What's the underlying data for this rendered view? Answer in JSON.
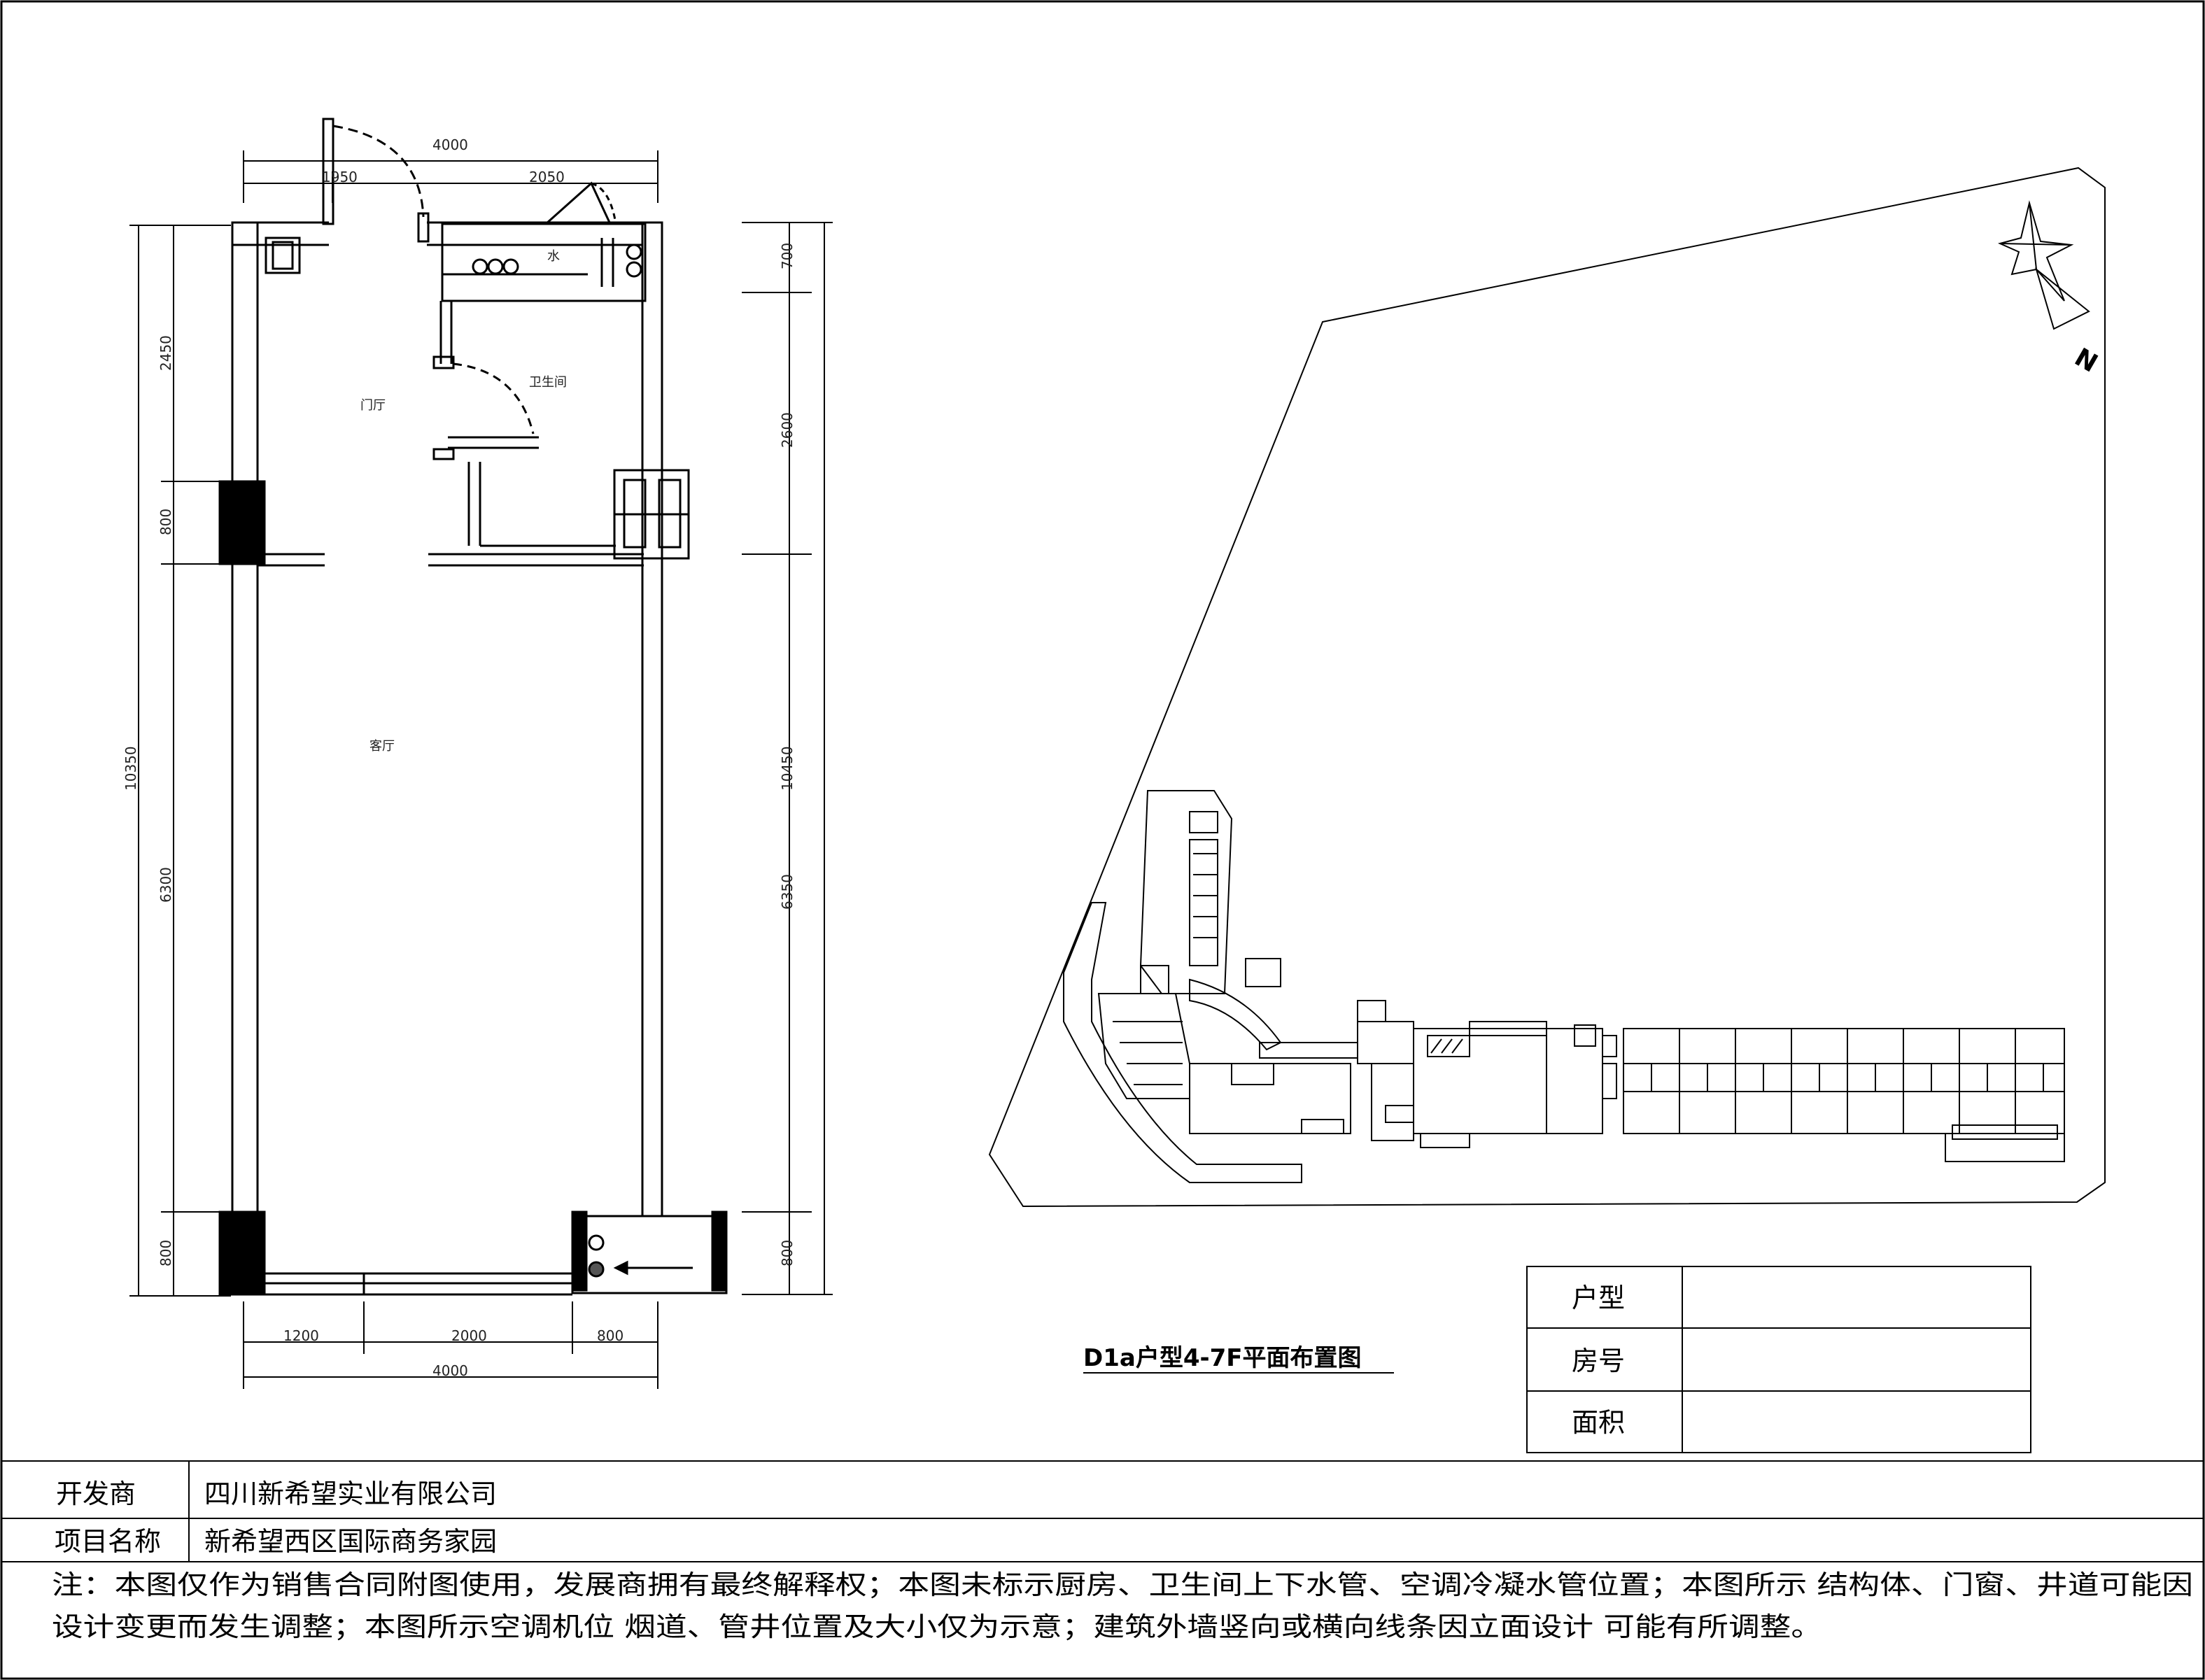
{
  "plan": {
    "top_dims": {
      "overall": "4000",
      "left": "1950",
      "right": "2050"
    },
    "bottom_dims": {
      "a": "1200",
      "b": "2000",
      "c": "800",
      "overall": "4000"
    },
    "left_dims": {
      "overall": "10350",
      "d1": "2450",
      "d2": "800",
      "d3": "6300",
      "d4": "800"
    },
    "right_dims": {
      "overall": "10450",
      "d1": "700",
      "d2": "2600",
      "d3": "6350",
      "d4": "800"
    },
    "rooms": {
      "water": "水",
      "bathroom": "卫生间",
      "foyer": "门厅",
      "living": "客厅"
    }
  },
  "site": {
    "north_label": "N"
  },
  "drawing_title": "D1a户型4-7F平面布置图",
  "info_table": {
    "rows": [
      {
        "label": "户型",
        "value": ""
      },
      {
        "label": "房号",
        "value": ""
      },
      {
        "label": "面积",
        "value": ""
      }
    ]
  },
  "footer": {
    "developer_label": "开发商",
    "developer_value": "四川新希望实业有限公司",
    "project_label": "项目名称",
    "project_value": "新希望西区国际商务家园",
    "note_line1": "注：本图仅作为销售合同附图使用，发展商拥有最终解释权；本图未标示厨房、卫生间上下水管、空调冷凝水管位置；本图所示 结构体、门窗、井道可能因",
    "note_line2": "设计变更而发生调整；本图所示空调机位 烟道、管井位置及大小仅为示意；建筑外墙竖向或横向线条因立面设计 可能有所调整。"
  }
}
